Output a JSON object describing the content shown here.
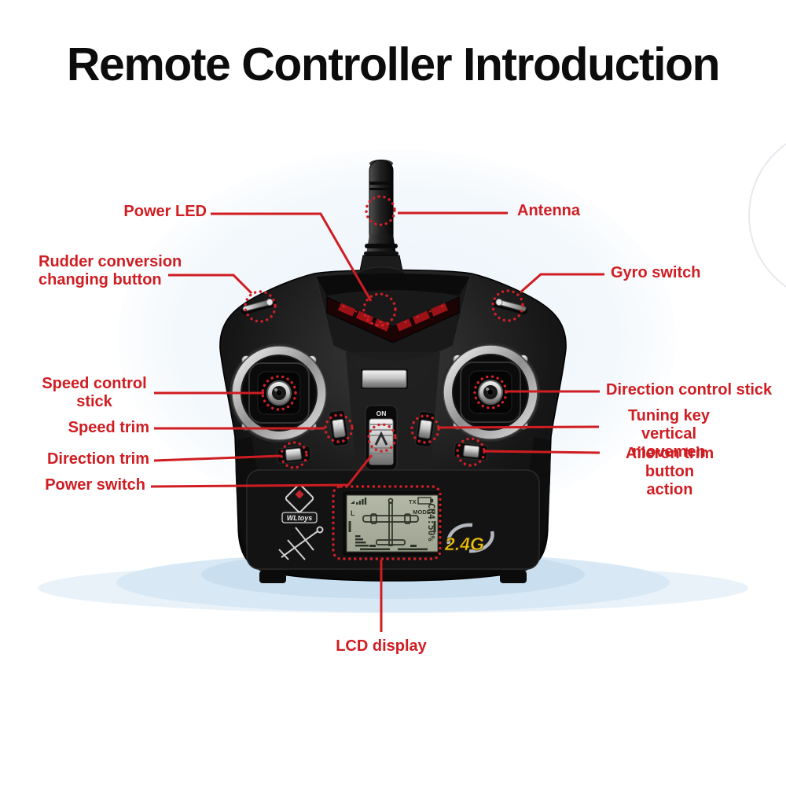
{
  "title": "Remote Controller Introduction",
  "callouts": {
    "power_led": "Power LED",
    "antenna": "Antenna",
    "rudder_conversion": "Rudder conversion\nchanging button",
    "gyro_switch": "Gyro switch",
    "speed_control_stick": "Speed control\nstick",
    "direction_control_stick": "Direction control stick",
    "speed_trim": "Speed trim",
    "tuning_key": "Tuning key vertical\nmovemen",
    "direction_trim": "Direction trim",
    "aileron_trim": "Aileron trim button\naction",
    "power_switch": "Power switch",
    "lcd_display": "LCD display"
  },
  "device": {
    "brand": "WLtoys",
    "frequency_badge": "2.4G",
    "power_switch_label": "ON",
    "lcd": {
      "tx_label": "TX",
      "mode_label": "MODE 2",
      "left_indicator": "L",
      "channel_readout": "CH4:50%"
    }
  },
  "colors": {
    "accent": "#cf1d22",
    "title": "#0c0c0c",
    "lcd_screen": "#a9ae9d",
    "frequency_gold": "#f2c211"
  }
}
